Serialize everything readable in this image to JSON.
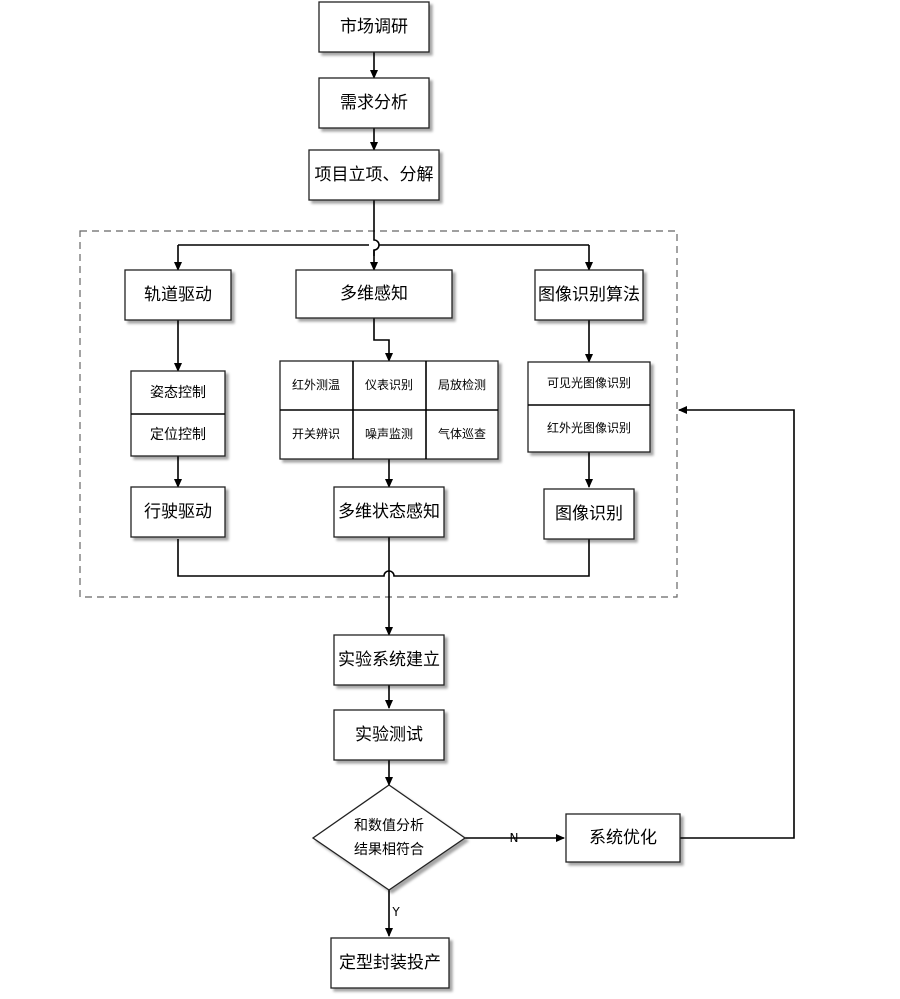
{
  "nodes": {
    "market_research": "市场调研",
    "demand_analysis": "需求分析",
    "project_setup": "项目立项、分解",
    "track_drive": "轨道驱动",
    "multi_sensing": "多维感知",
    "image_algorithm": "图像识别算法",
    "attitude_control": "姿态控制",
    "position_control": "定位控制",
    "travel_drive": "行驶驱动",
    "sensing_grid": {
      "infrared_temp": "红外测温",
      "meter_recognition": "仪表识别",
      "partial_discharge": "局放检测",
      "switch_identify": "开关辨识",
      "noise_monitor": "噪声监测",
      "gas_patrol": "气体巡查"
    },
    "multi_state_sensing": "多维状态感知",
    "visible_image": "可见光图像识别",
    "infrared_image": "红外光图像识别",
    "image_recognition": "图像识别",
    "experiment_setup": "实验系统建立",
    "experiment_test": "实验测试",
    "decision_line1": "和数值分析",
    "decision_line2": "结果相符合",
    "system_optimize": "系统优化",
    "production": "定型封装投产"
  },
  "edge_labels": {
    "no": "N",
    "yes": "Y"
  }
}
